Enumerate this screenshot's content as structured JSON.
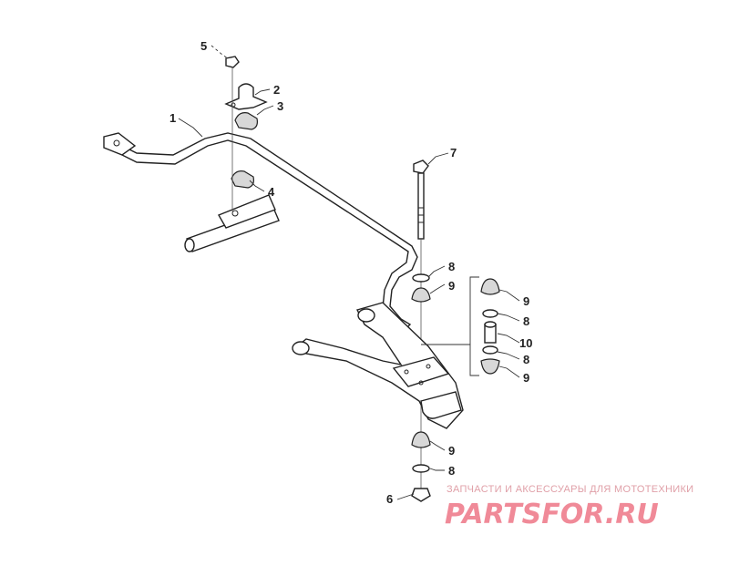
{
  "callouts": [
    {
      "id": "c1",
      "label": "1"
    },
    {
      "id": "c2",
      "label": "2"
    },
    {
      "id": "c3",
      "label": "3"
    },
    {
      "id": "c4",
      "label": "4"
    },
    {
      "id": "c5",
      "label": "5"
    },
    {
      "id": "c6",
      "label": "6"
    },
    {
      "id": "c7",
      "label": "7"
    },
    {
      "id": "c8a",
      "label": "8"
    },
    {
      "id": "c9a",
      "label": "9"
    },
    {
      "id": "c9b",
      "label": "9"
    },
    {
      "id": "c8b",
      "label": "8"
    },
    {
      "id": "c10",
      "label": "10"
    },
    {
      "id": "c8c",
      "label": "8"
    },
    {
      "id": "c9c",
      "label": "9"
    },
    {
      "id": "c9d",
      "label": "9"
    },
    {
      "id": "c8d",
      "label": "8"
    }
  ],
  "watermark": {
    "tagline": "ЗАПЧАСТИ И АКСЕССУАРЫ ДЛЯ МОТОТЕХНИКИ",
    "logo": "PARTSFOR.RU"
  },
  "colors": {
    "line": "#222222",
    "watermark": "#f08a98"
  }
}
